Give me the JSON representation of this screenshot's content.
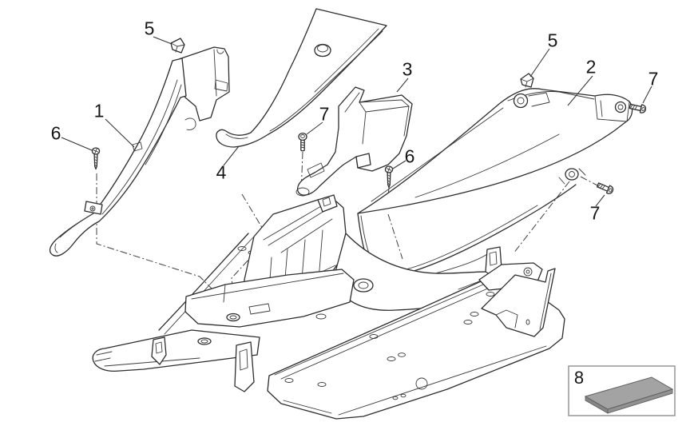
{
  "diagram": {
    "background": "#ffffff",
    "line_color": "#2d2d2d",
    "callouts": [
      {
        "label": "1",
        "part": "left-side-panel"
      },
      {
        "label": "2",
        "part": "right-side-panel"
      },
      {
        "label": "3",
        "part": "duct-cover"
      },
      {
        "label": "4",
        "part": "central-cover"
      },
      {
        "label": "5",
        "part": "clip-left"
      },
      {
        "label": "5",
        "part": "clip-right"
      },
      {
        "label": "6",
        "part": "screw-left"
      },
      {
        "label": "6",
        "part": "screw-right"
      },
      {
        "label": "7",
        "part": "screw-mid"
      },
      {
        "label": "7",
        "part": "screw-top-right"
      },
      {
        "label": "7",
        "part": "screw-bottom-right"
      },
      {
        "label": "8",
        "part": "mat-kit"
      }
    ],
    "colors": {
      "mat_top": "#a3a3a3",
      "mat_side": "#868686",
      "mat_front": "#919191",
      "mat_edge": "#5f5f5f",
      "kit_box_border": "#8f8f8f"
    }
  }
}
